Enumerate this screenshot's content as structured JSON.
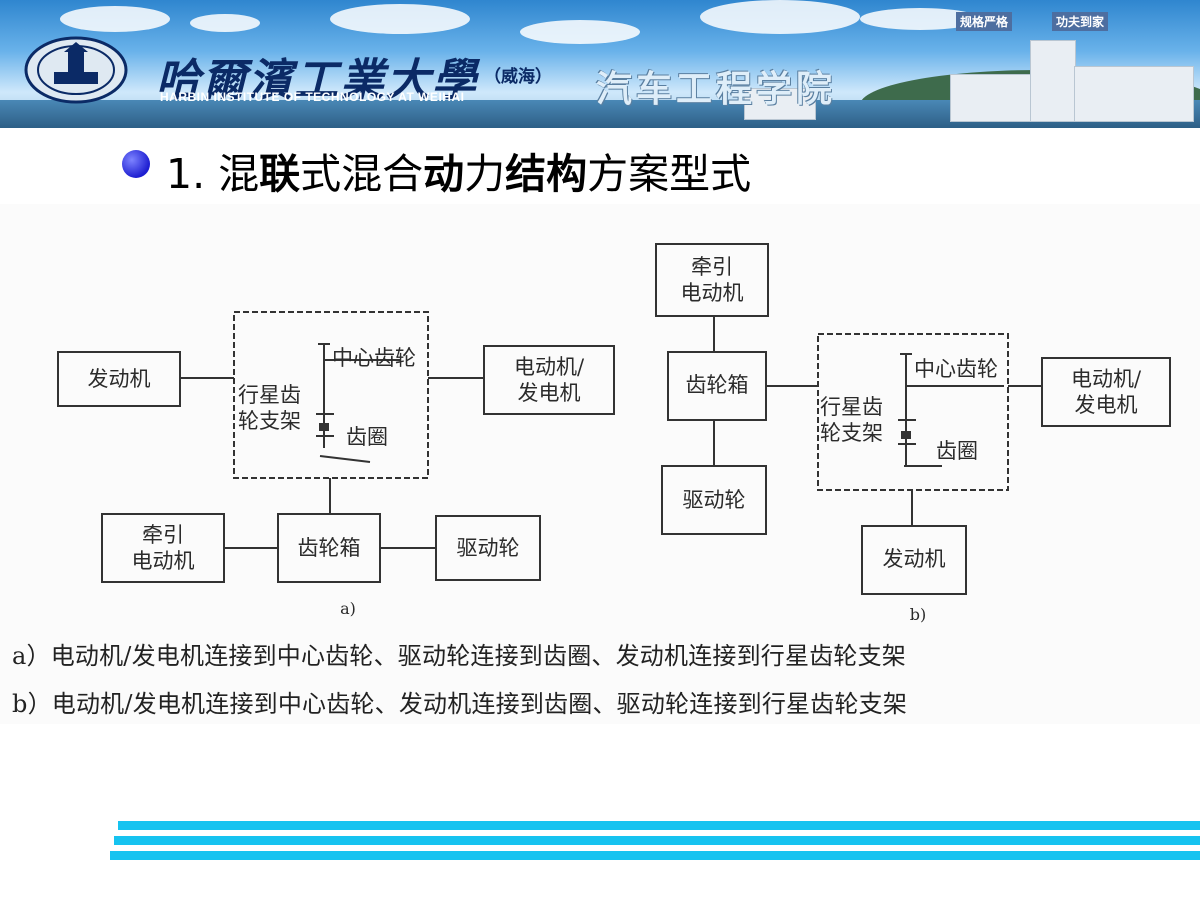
{
  "header": {
    "university_cn": "哈爾濱工業大學",
    "campus": "（威海）",
    "university_en": "HARBIN INSTITUTE OF TECHNOLOGY AT WEIHAI",
    "college": "汽车工程学院",
    "motto_left": "规格严格",
    "motto_right": "功夫到家"
  },
  "title": {
    "part1": "1. 混",
    "part2": "联",
    "part3": "式混合",
    "part4": "动",
    "part5": "力",
    "part6": "结构",
    "part7": "方案型式"
  },
  "diagram_a": {
    "engine": "发动机",
    "center_gear": "中心齿轮",
    "carrier_line1": "行星齿",
    "carrier_line2": "轮支架",
    "ring_gear": "齿圈",
    "motor_gen_line1": "电动机/",
    "motor_gen_line2": "发电机",
    "traction_line1": "牵引",
    "traction_line2": "电动机",
    "gearbox": "齿轮箱",
    "drive_wheel": "驱动轮",
    "label": "a)"
  },
  "diagram_b": {
    "traction_line1": "牵引",
    "traction_line2": "电动机",
    "gearbox": "齿轮箱",
    "drive_wheel": "驱动轮",
    "center_gear": "中心齿轮",
    "carrier_line1": "行星齿",
    "carrier_line2": "轮支架",
    "ring_gear": "齿圈",
    "motor_gen_line1": "电动机/",
    "motor_gen_line2": "发电机",
    "engine": "发动机",
    "label": "b)"
  },
  "captions": {
    "a": "a）电动机/发电机连接到中心齿轮、驱动轮连接到齿圈、发动机连接到行星齿轮支架",
    "b": "b）电动机/发电机连接到中心齿轮、发动机连接到齿圈、驱动轮连接到行星齿轮支架"
  },
  "colors": {
    "bullet": "#1e1fd1",
    "stripes": "#16c3f0",
    "banner_text": "#0b2a66"
  }
}
